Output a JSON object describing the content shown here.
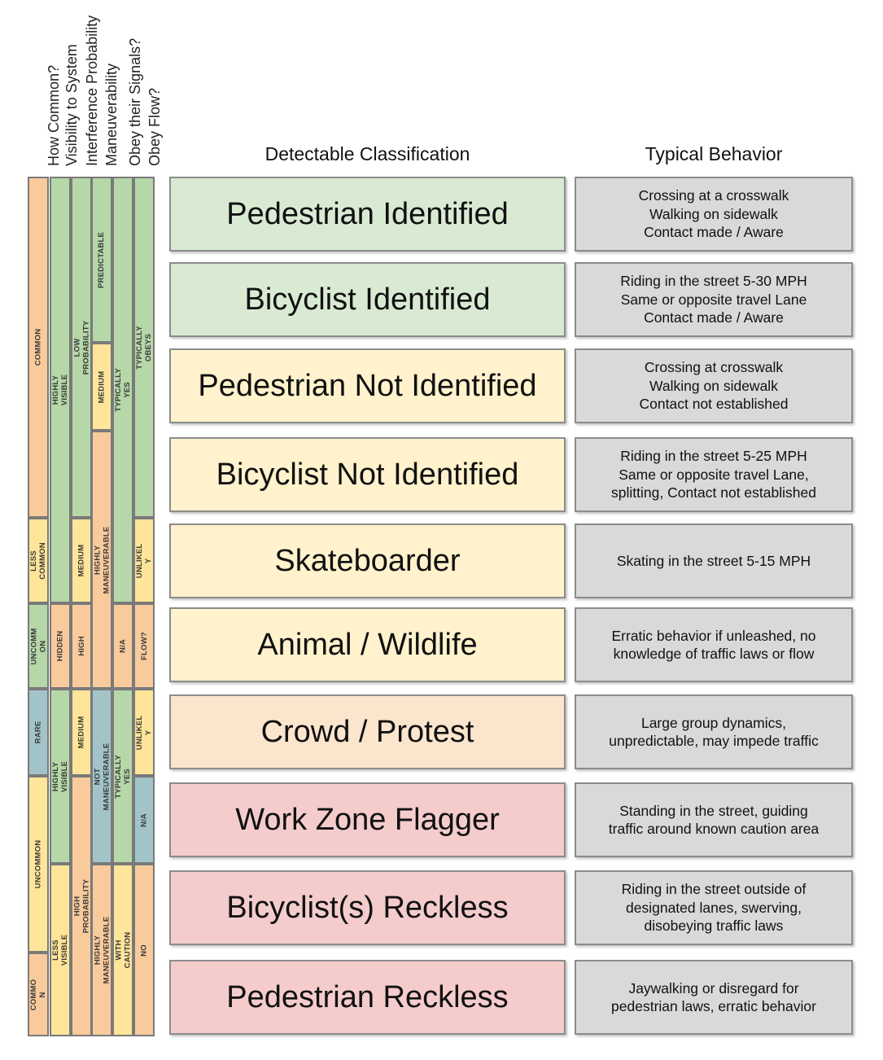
{
  "colors": {
    "green": "#b6d7a8",
    "yellow": "#ffe599",
    "orange": "#f9cb9c",
    "blue": "#a2c4c9",
    "class_green": "#d9ead3",
    "class_yellow": "#fff2cc",
    "class_orange": "#fce5cd",
    "class_red": "#f4cccc",
    "behavior_gray": "#d9d9d9"
  },
  "attribute_headers": [
    "How Common?",
    "Visibility to System",
    "Interference Probability",
    "Maneuverability",
    "Obey their Signals?",
    "Obey Flow?"
  ],
  "classification_header": "Detectable Classification",
  "behavior_header": "Typical Behavior",
  "attribute_columns": [
    {
      "cells": [
        {
          "label": "COMMON",
          "color": "orange",
          "span": 4
        },
        {
          "label": "LESS COMMON",
          "color": "yellow",
          "span": 1
        },
        {
          "label": "UNCOMM ON",
          "color": "green",
          "span": 1
        },
        {
          "label": "RARE",
          "color": "blue",
          "span": 1
        },
        {
          "label": "UNCOMMON",
          "color": "yellow",
          "span": 2
        },
        {
          "label": "COMMO N",
          "color": "orange",
          "span": 1
        }
      ]
    },
    {
      "cells": [
        {
          "label": "HIGHLY VISIBLE",
          "color": "green",
          "span": 5
        },
        {
          "label": "HIDDEN",
          "color": "orange",
          "span": 1
        },
        {
          "label": "HIGHLY VISIBLE",
          "color": "green",
          "span": 2
        },
        {
          "label": "LESS VISIBLE",
          "color": "yellow",
          "span": 2
        }
      ]
    },
    {
      "cells": [
        {
          "label": "LOW PROBABILITY",
          "color": "green",
          "span": 4
        },
        {
          "label": "MEDIUM",
          "color": "yellow",
          "span": 1
        },
        {
          "label": "HIGH",
          "color": "orange",
          "span": 1
        },
        {
          "label": "MEDIUM",
          "color": "yellow",
          "span": 1
        },
        {
          "label": "HIGH PROBABILITY",
          "color": "orange",
          "span": 3
        }
      ]
    },
    {
      "cells": [
        {
          "label": "PREDICTABLE",
          "color": "green",
          "span": 2
        },
        {
          "label": "MEDIUM",
          "color": "yellow",
          "span": 1
        },
        {
          "label": "HIGHLY MANEUVERABLE",
          "color": "orange",
          "span": 3
        },
        {
          "label": "NOT MANEUVERABLE",
          "color": "blue",
          "span": 2
        },
        {
          "label": "HIGHLY MANEUVERABLE",
          "color": "orange",
          "span": 2
        }
      ]
    },
    {
      "cells": [
        {
          "label": "TYPICALLY YES",
          "color": "green",
          "span": 5
        },
        {
          "label": "N/A",
          "color": "orange",
          "span": 1
        },
        {
          "label": "TYPICALLY YES",
          "color": "green",
          "span": 2
        },
        {
          "label": "WITH CAUTION",
          "color": "yellow",
          "span": 2
        }
      ]
    },
    {
      "cells": [
        {
          "label": "TYPICALLY OBEYS",
          "color": "green",
          "span": 4
        },
        {
          "label": "UNLIKEL Y",
          "color": "yellow",
          "span": 1
        },
        {
          "label": "FLOW?",
          "color": "orange",
          "span": 1
        },
        {
          "label": "UNLIKEL Y",
          "color": "yellow",
          "span": 1
        },
        {
          "label": "N/A",
          "color": "blue",
          "span": 1
        },
        {
          "label": "NO",
          "color": "orange",
          "span": 2
        }
      ]
    }
  ],
  "rows": [
    {
      "classification": "Pedestrian Identified",
      "color": "class_green",
      "behavior": "Crossing at a crosswalk\nWalking on sidewalk\nContact made / Aware"
    },
    {
      "classification": "Bicyclist Identified",
      "color": "class_green",
      "behavior": "Riding in the street 5-30 MPH\nSame or opposite travel Lane\nContact made / Aware"
    },
    {
      "classification": "Pedestrian Not Identified",
      "color": "class_yellow",
      "behavior": "Crossing at crosswalk\nWalking on sidewalk\nContact not established"
    },
    {
      "classification": "Bicyclist Not Identified",
      "color": "class_yellow",
      "behavior": "Riding in the street 5-25 MPH\nSame or opposite travel Lane,\nsplitting, Contact not established"
    },
    {
      "classification": "Skateboarder",
      "color": "class_yellow",
      "behavior": "Skating in the street 5-15 MPH"
    },
    {
      "classification": "Animal / Wildlife",
      "color": "class_yellow",
      "behavior": "Erratic behavior if unleashed, no\nknowledge of traffic laws or flow"
    },
    {
      "classification": "Crowd / Protest",
      "color": "class_orange",
      "behavior": "Large group dynamics,\nunpredictable, may impede traffic"
    },
    {
      "classification": "Work Zone Flagger",
      "color": "class_red",
      "behavior": "Standing in the street, guiding\ntraffic around known caution area"
    },
    {
      "classification": "Bicyclist(s) Reckless",
      "color": "class_red",
      "behavior": "Riding in the street outside of\ndesignated lanes, swerving,\ndisobeying traffic laws"
    },
    {
      "classification": "Pedestrian Reckless",
      "color": "class_red",
      "behavior": "Jaywalking or disregard for\npedestrian laws, erratic behavior"
    }
  ]
}
